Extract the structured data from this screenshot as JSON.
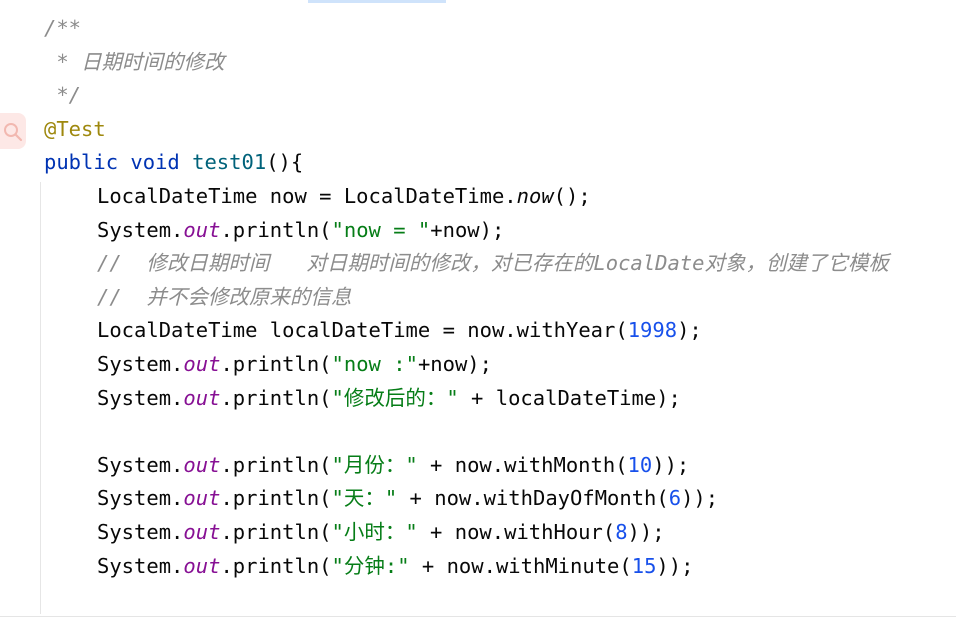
{
  "editor": {
    "language": "Java",
    "colors": {
      "keyword": "#0033b3",
      "annotation": "#9e880d",
      "method_decl": "#00627a",
      "static_field": "#871094",
      "string": "#067d17",
      "number": "#1750eb",
      "comment": "#8c8c8c",
      "gutter_search_bg": "#fde8e6"
    },
    "gutter_icon": "search-icon",
    "code": {
      "l1": {
        "t": "/**"
      },
      "l2": {
        "t": " * 日期时间的修改"
      },
      "l3": {
        "t": " */"
      },
      "l4": {
        "t": "@Test"
      },
      "l5": {
        "kw1": "public",
        "kw2": "void",
        "fn": "test01",
        "rest": "(){"
      },
      "l6": {
        "a": "LocalDateTime now = LocalDateTime.",
        "b": "now",
        "c": "();"
      },
      "l7": {
        "a": "System.",
        "f": "out",
        "b": ".println(",
        "s": "\"now = \"",
        "c": "+now);"
      },
      "l8": {
        "t": "//  修改日期时间   对日期时间的修改，对已存在的LocalDate对象，创建了它模板"
      },
      "l9": {
        "t": "//  并不会修改原来的信息"
      },
      "l10": {
        "a": "LocalDateTime localDateTime = now.withYear(",
        "n": "1998",
        "c": ");"
      },
      "l11": {
        "a": "System.",
        "f": "out",
        "b": ".println(",
        "s": "\"now :\"",
        "c": "+now);"
      },
      "l12": {
        "a": "System.",
        "f": "out",
        "b": ".println(",
        "s": "\"修改后的：\"",
        "c": " + localDateTime);"
      },
      "l14": {
        "a": "System.",
        "f": "out",
        "b": ".println(",
        "s": "\"月份：\"",
        "c": " + now.withMonth(",
        "n": "10",
        "d": "));"
      },
      "l15": {
        "a": "System.",
        "f": "out",
        "b": ".println(",
        "s": "\"天：\"",
        "c": " + now.withDayOfMonth(",
        "n": "6",
        "d": "));"
      },
      "l16": {
        "a": "System.",
        "f": "out",
        "b": ".println(",
        "s": "\"小时：\"",
        "c": " + now.withHour(",
        "n": "8",
        "d": "));"
      },
      "l17": {
        "a": "System.",
        "f": "out",
        "b": ".println(",
        "s": "\"分钟:\"",
        "c": " + now.withMinute(",
        "n": "15",
        "d": "));"
      }
    }
  }
}
